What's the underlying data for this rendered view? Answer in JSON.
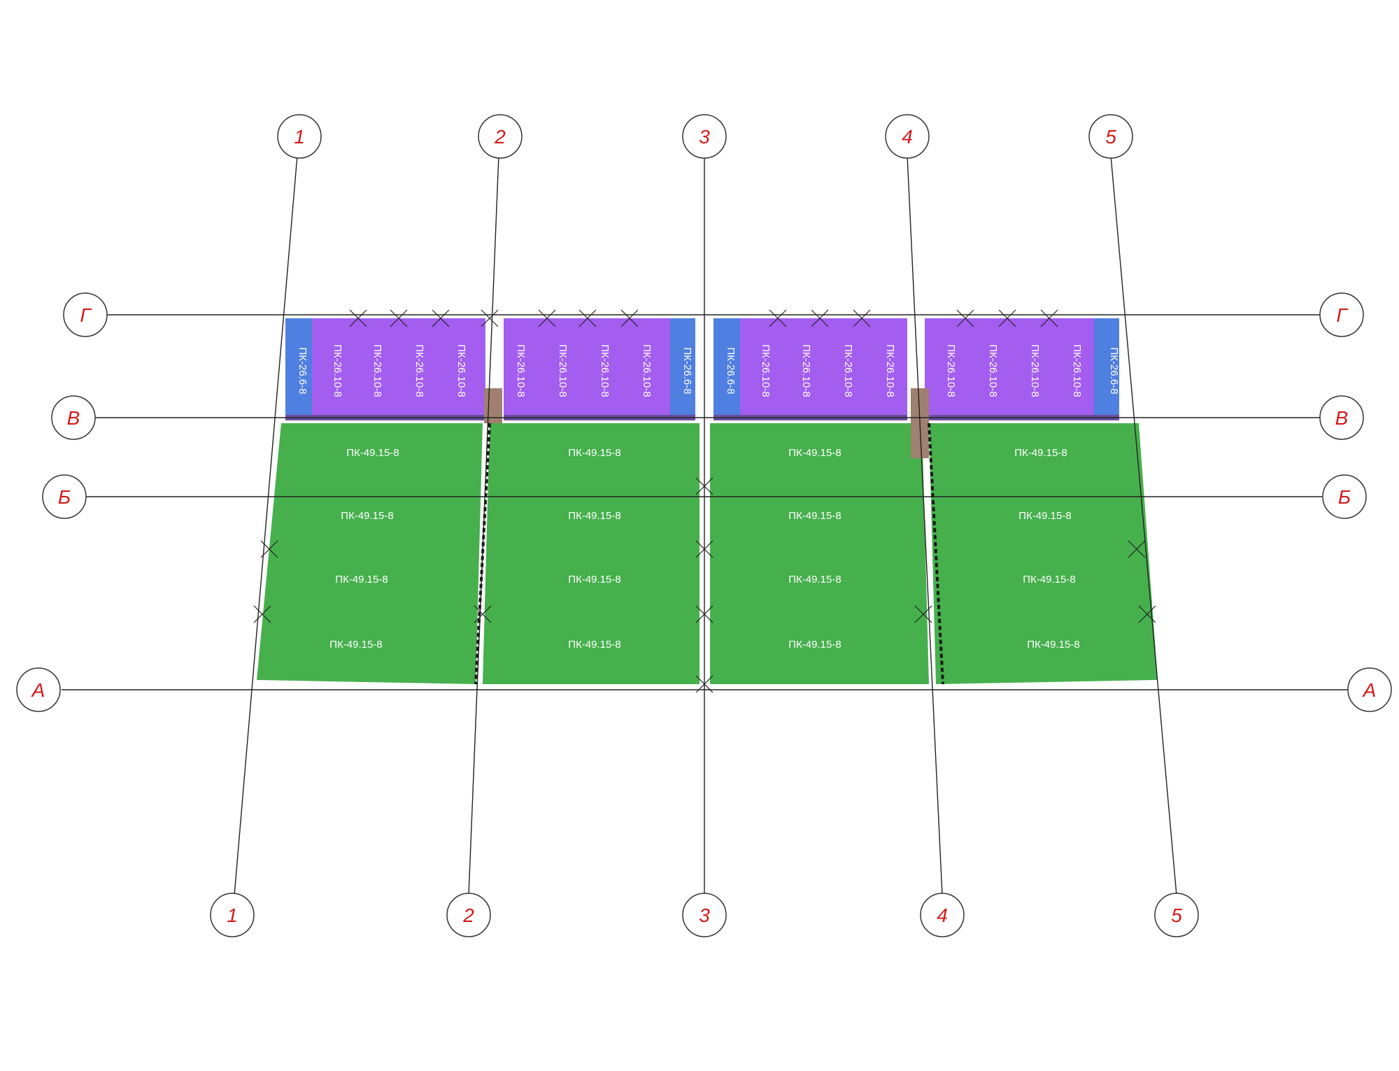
{
  "colors": {
    "green_slab": "#46b04d",
    "purple_slab": "#a35ef0",
    "blue_slab": "#4f7fe0",
    "axis_label": "#d41a1a",
    "axis_line": "#222222"
  },
  "axes": {
    "columns": [
      "1",
      "2",
      "3",
      "4",
      "5"
    ],
    "rows": [
      "Г",
      "В",
      "Б",
      "А"
    ]
  },
  "slab_marks": {
    "large": "ПК-49.15-8",
    "upper": "ПК-26.10-8",
    "edge": "ПК-26.6-8"
  },
  "legend": {
    "green_slab": "ПК-49.15-8",
    "purple_slab": "ПК-26.10-8",
    "blue_slab": "ПК-26.6-8"
  }
}
